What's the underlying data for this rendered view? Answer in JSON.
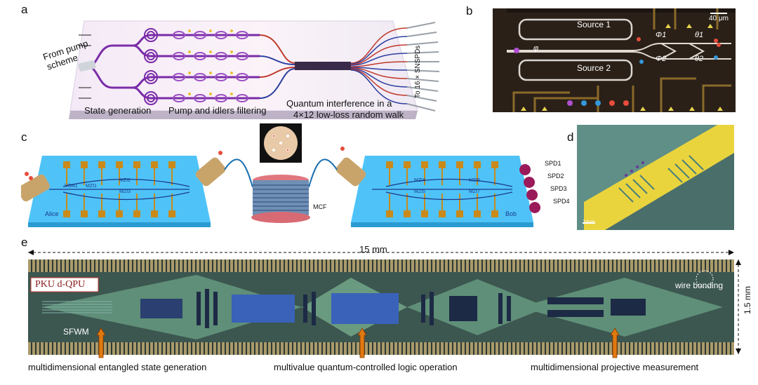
{
  "panels": {
    "a": {
      "letter": "a",
      "from_pump": [
        "From pump",
        "scheme"
      ],
      "state_generation": "State generation",
      "pump_filtering": "Pump and idlers filtering",
      "interference": [
        "Quantum interference in a",
        "4×12 low-loss random walk"
      ],
      "snspd": "To 16 × SNSPDs"
    },
    "b": {
      "letter": "b",
      "scale": "40 μm",
      "source1": "Source 1",
      "source2": "Source 2",
      "phi": "φ",
      "phi1": "Φ1",
      "phi2": "Φ2",
      "theta1": "θ1",
      "theta2": "θ2"
    },
    "c": {
      "letter": "c",
      "alice": "Alice",
      "bob": "Bob",
      "mcf": "MCF",
      "spd": [
        "SPD1",
        "SPD2",
        "SPD3",
        "SPD4"
      ],
      "alice_components": [
        "VOA1",
        "MZI1",
        "MZI2",
        "MZI3"
      ],
      "bob_components": [
        "MZI4",
        "MZI5",
        "MZI6",
        "MZI7"
      ]
    },
    "d": {
      "letter": "d",
      "scale": "1mm"
    },
    "e": {
      "letter": "e",
      "width": "15 mm",
      "height": "1.5 mm",
      "chip_name": "PKU d-QPU",
      "sfwm": "SFWM",
      "wire_bonding": "wire bonding",
      "captions": [
        "multidimensional entangled state generation",
        "multivalue quantum-controlled logic operation",
        "multidimensional projective measurement"
      ]
    }
  },
  "colors": {
    "waveguide_purple": "#7a2ca8",
    "chip_blue": "#4fc3f7",
    "electrode_gold": "#c98a1a",
    "chip_dark": "#2a2018",
    "arrow_orange": "#e07a10",
    "pku_red": "#8b1a1a"
  }
}
